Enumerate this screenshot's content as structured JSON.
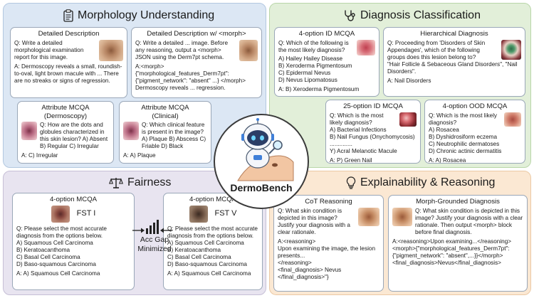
{
  "center": {
    "title": "DermoBench"
  },
  "morphology": {
    "title": "Morphology Understanding",
    "detailed": {
      "title": "Detailed Description",
      "q": "Q: Write a detailed morphological examination report for this image.",
      "a": "A: Dermoscopy reveals a small, roundish-to-oval, light brown macule with ... There are no streaks or signs of regression."
    },
    "detailed_morph": {
      "title": "Detailed Description w/ <morph>",
      "q": "Q: Write a detailed ... image. Before any reasoning, output a <morph> JSON using the Derm7pt schema.",
      "a": "A:<morph>{\"morphological_features_Derm7pt\": {\"pigment_network\": \"absent\" ...} </morph> Dermoscopy reveals ... regression."
    },
    "attr_derm": {
      "title": "Attribute MCQA",
      "subtitle": "(Dermoscopy)",
      "q": "Q: How are the dots and globules characterized in this skin lesion? A) Absent B) Regular C) Irregular",
      "a": "A: C) Irregular"
    },
    "attr_clin": {
      "title": "Attribute MCQA",
      "subtitle": "(Clinical)",
      "q": "Q: Which clinical feature is present in the image? A) Plaque B) Abscess C) Friable D) Black",
      "a": "A: A) Plaque"
    }
  },
  "diagnosis": {
    "title": "Diagnosis Classification",
    "id4": {
      "title": "4-option ID MCQA",
      "q": "Q: Which of the following is the most likely diagnosis?",
      "options": [
        "A) Hailey Hailey Disease",
        "B) Xeroderma Pigmentosum",
        "C) Epidermal Nevus",
        "D) Nevus Lipomatosus"
      ],
      "a": "A: B) Xeroderma Pigmentosum"
    },
    "hier": {
      "title": "Hierarchical Diagnosis",
      "q": "Q: Proceeding from 'Disorders of Skin Appendages', which of the following groups does this lesion belong to?",
      "opts": "\"Hair Follicle & Sebaceous Gland Disorders\", \"Nail Disorders\".",
      "a": "A: Nail Disorders"
    },
    "id25": {
      "title": "25-option ID MCQA",
      "q": "Q: Which is the most likely diagnosis?",
      "options": [
        "A) Bacterial Infections",
        "B) Nail Fungus (Onychomycosis)",
        "..............",
        "Y) Acral Melanotic Macule"
      ],
      "a": "A: P) Green Nail"
    },
    "ood4": {
      "title": "4-option OOD MCQA",
      "q": "Q: Which is the most likely diagnosis?",
      "options": [
        "A) Rosacea",
        "B) Dyshidrosiform eczema",
        "C) Neutrophilic dermatoses",
        "D) Chronic actinic dermatitis"
      ],
      "a": "A: A) Rosacea"
    }
  },
  "fairness": {
    "title": "Fairness",
    "gap_label": "Acc Gap Minimized",
    "left": {
      "title": "4-option MCQA",
      "fst": "FST I",
      "q": "Q: Please select the most accurate diagnosis from the options below.",
      "options": [
        "A) Squamous Cell Carcinoma",
        "B) Keratoacanthoma",
        "C) Basal Cell Carcinoma",
        "D) Baso-squamous Carcinoma"
      ],
      "a": "A: A) Squamous Cell Carcinoma"
    },
    "right": {
      "title": "4-option MCQA",
      "fst": "FST V",
      "q": "Q: Please select the most accurate diagnosis from the options below.",
      "options": [
        "A) Squamous Cell Carcinoma",
        "B) Keratoacanthoma",
        "C) Basal Cell Carcinoma",
        "D) Baso-squamous Carcinoma"
      ],
      "a": "A: A) Squamous Cell Carcinoma"
    }
  },
  "explain": {
    "title": "Explainability & Reasoning",
    "cot": {
      "title": "CoT Reasoning",
      "q": "Q: What skin condition is depicted in this image? Justify your diagnosis with a clear rationale.",
      "a1": "A:<reasoning>",
      "a2": "Upon examining the image, the lesion presents...",
      "a3": "</reasoning>",
      "a4": "<final_diagnosis> Nevus </final_diagnosis>\"}"
    },
    "morph": {
      "title": "Morph-Grounded Diagnosis",
      "q": "Q: What skin condition is depicted in this image? Justify your diagnosis with a clear rationale. Then output <morph> block before final diagnosis.",
      "a": "A:<reasoning>Upon examining...</reasoning> <morph>{\"morphological_features_Derm7pt\": {\"pigment_network\": \"absent\",...}}</morph><final_diagnosis>Nevus</final_diagnosis>"
    }
  },
  "colors": {
    "morphology_bg": "#dce7f4",
    "diagnosis_bg": "#e2efd9",
    "fairness_bg": "#e8e4f0",
    "explain_bg": "#fbe8d3"
  },
  "icons": [
    "clipboard-icon",
    "stethoscope-icon",
    "balance-scale-icon",
    "lightbulb-icon",
    "bar-chart-icon",
    "robot-icon"
  ]
}
